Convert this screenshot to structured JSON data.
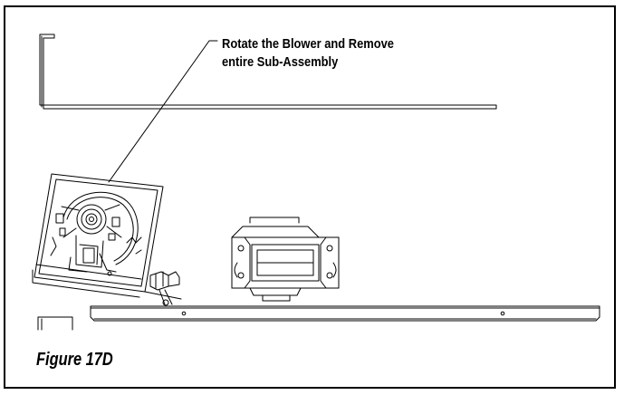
{
  "callout": {
    "line1": "Rotate the Blower and Remove",
    "line2": "entire Sub-Assembly"
  },
  "caption": "Figure 17D",
  "colors": {
    "line": "#000000",
    "background": "#ffffff"
  }
}
